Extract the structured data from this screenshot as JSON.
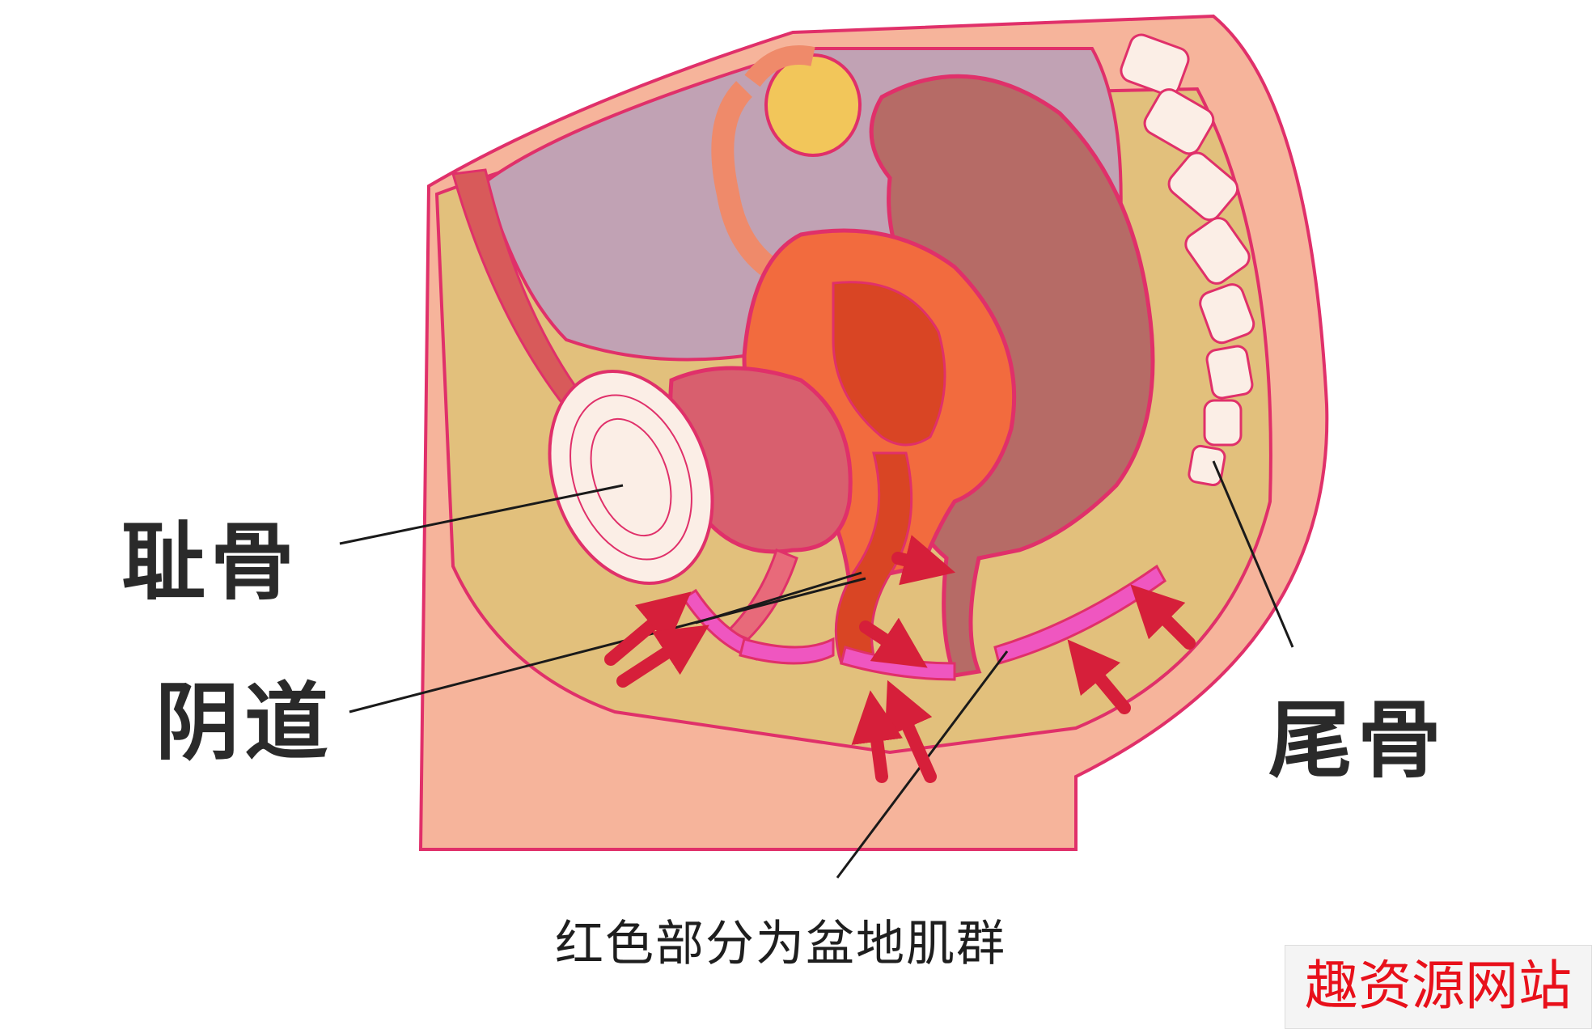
{
  "labels": {
    "pubic_bone": "耻骨",
    "vagina": "阴道",
    "coccyx": "尾骨"
  },
  "caption": "红色部分为盆地肌群",
  "watermark": "趣资源网站",
  "colors": {
    "outline": "#e0306a",
    "skin": "#f6b49b",
    "fat": "#e2c07c",
    "abdomen_cavity": "#c1a2b4",
    "rectum": "#b66b66",
    "uterus_outer": "#f26b3e",
    "uterus_inner": "#d94524",
    "bladder": "#d85f6e",
    "pelvic_floor": "#ef56c0",
    "arrow": "#d61f3a",
    "ovary": "#f2c65a",
    "bone": "#fbeee6",
    "leader_line": "#1a1a1a",
    "watermark_text": "#e8101a"
  }
}
